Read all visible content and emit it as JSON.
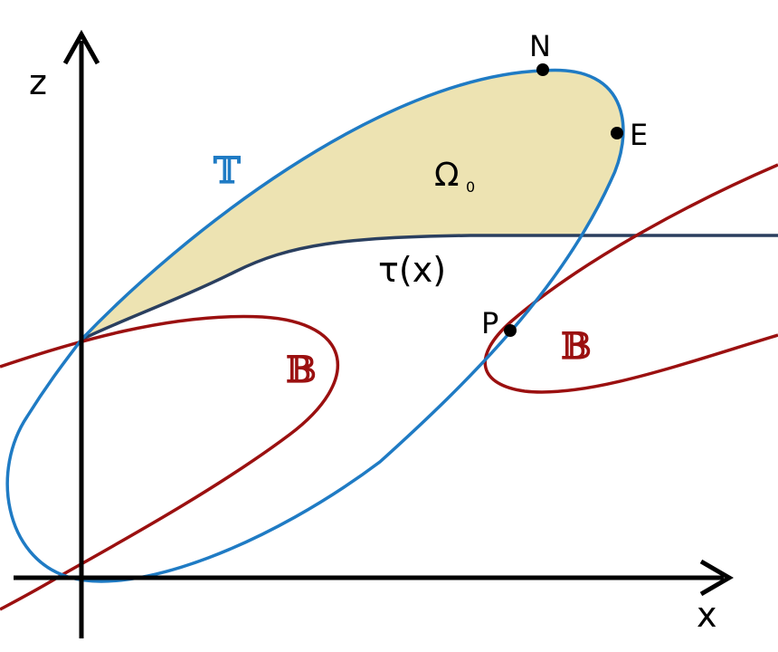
{
  "axes": {
    "x_label": "x",
    "z_label": "z"
  },
  "curves": {
    "t_label": "𝕋",
    "b_label_left": "𝔹",
    "b_label_right": "𝔹",
    "tau_label": "τ(x)"
  },
  "region": {
    "label": "Ω",
    "subscript": "0"
  },
  "points": {
    "n": "N",
    "e": "E",
    "p": "P"
  },
  "colors": {
    "t_curve": "#1f7bc4",
    "b_curve": "#9b1010",
    "tau_curve": "#2a3f5f",
    "region_fill": "#ede3b2",
    "axis": "#000000"
  }
}
